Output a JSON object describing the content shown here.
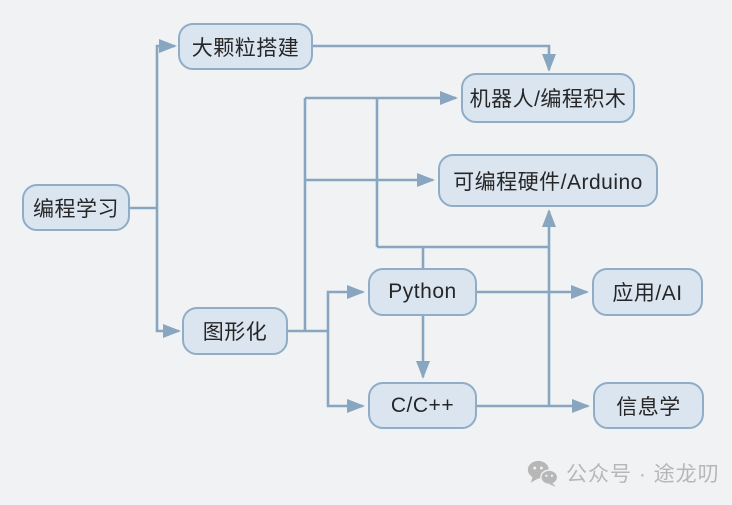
{
  "diagram": {
    "nodes": {
      "root": {
        "label": "编程学习"
      },
      "large_blocks": {
        "label": "大颗粒搭建"
      },
      "robot_blocks": {
        "label": "机器人/编程积木"
      },
      "programmable_hw": {
        "label": "可编程硬件/Arduino"
      },
      "graphical": {
        "label": "图形化"
      },
      "python": {
        "label": "Python"
      },
      "cpp": {
        "label": "C/C++"
      },
      "app_ai": {
        "label": "应用/AI"
      },
      "informatics": {
        "label": "信息学"
      }
    },
    "edges": [
      {
        "from": "编程学习",
        "to": "大颗粒搭建"
      },
      {
        "from": "编程学习",
        "to": "图形化"
      },
      {
        "from": "大颗粒搭建",
        "to": "机器人/编程积木"
      },
      {
        "from": "图形化",
        "to": "机器人/编程积木"
      },
      {
        "from": "图形化",
        "to": "可编程硬件/Arduino"
      },
      {
        "from": "图形化",
        "to": "Python"
      },
      {
        "from": "图形化",
        "to": "C/C++"
      },
      {
        "from": "Python",
        "to": "机器人/编程积木"
      },
      {
        "from": "Python",
        "to": "可编程硬件/Arduino"
      },
      {
        "from": "Python",
        "to": "C/C++"
      },
      {
        "from": "Python",
        "to": "应用/AI"
      },
      {
        "from": "C/C++",
        "to": "可编程硬件/Arduino"
      },
      {
        "from": "C/C++",
        "to": "信息学"
      }
    ],
    "colors": {
      "background": "#f1f2f4",
      "node_fill": "#dbe5f0",
      "node_border": "#8fadc7",
      "edge": "#88a6c0",
      "text": "#262626",
      "watermark": "#b7b7b7"
    }
  },
  "watermark": {
    "text": "公众号 · 途龙叨",
    "icon": "wechat-icon"
  }
}
